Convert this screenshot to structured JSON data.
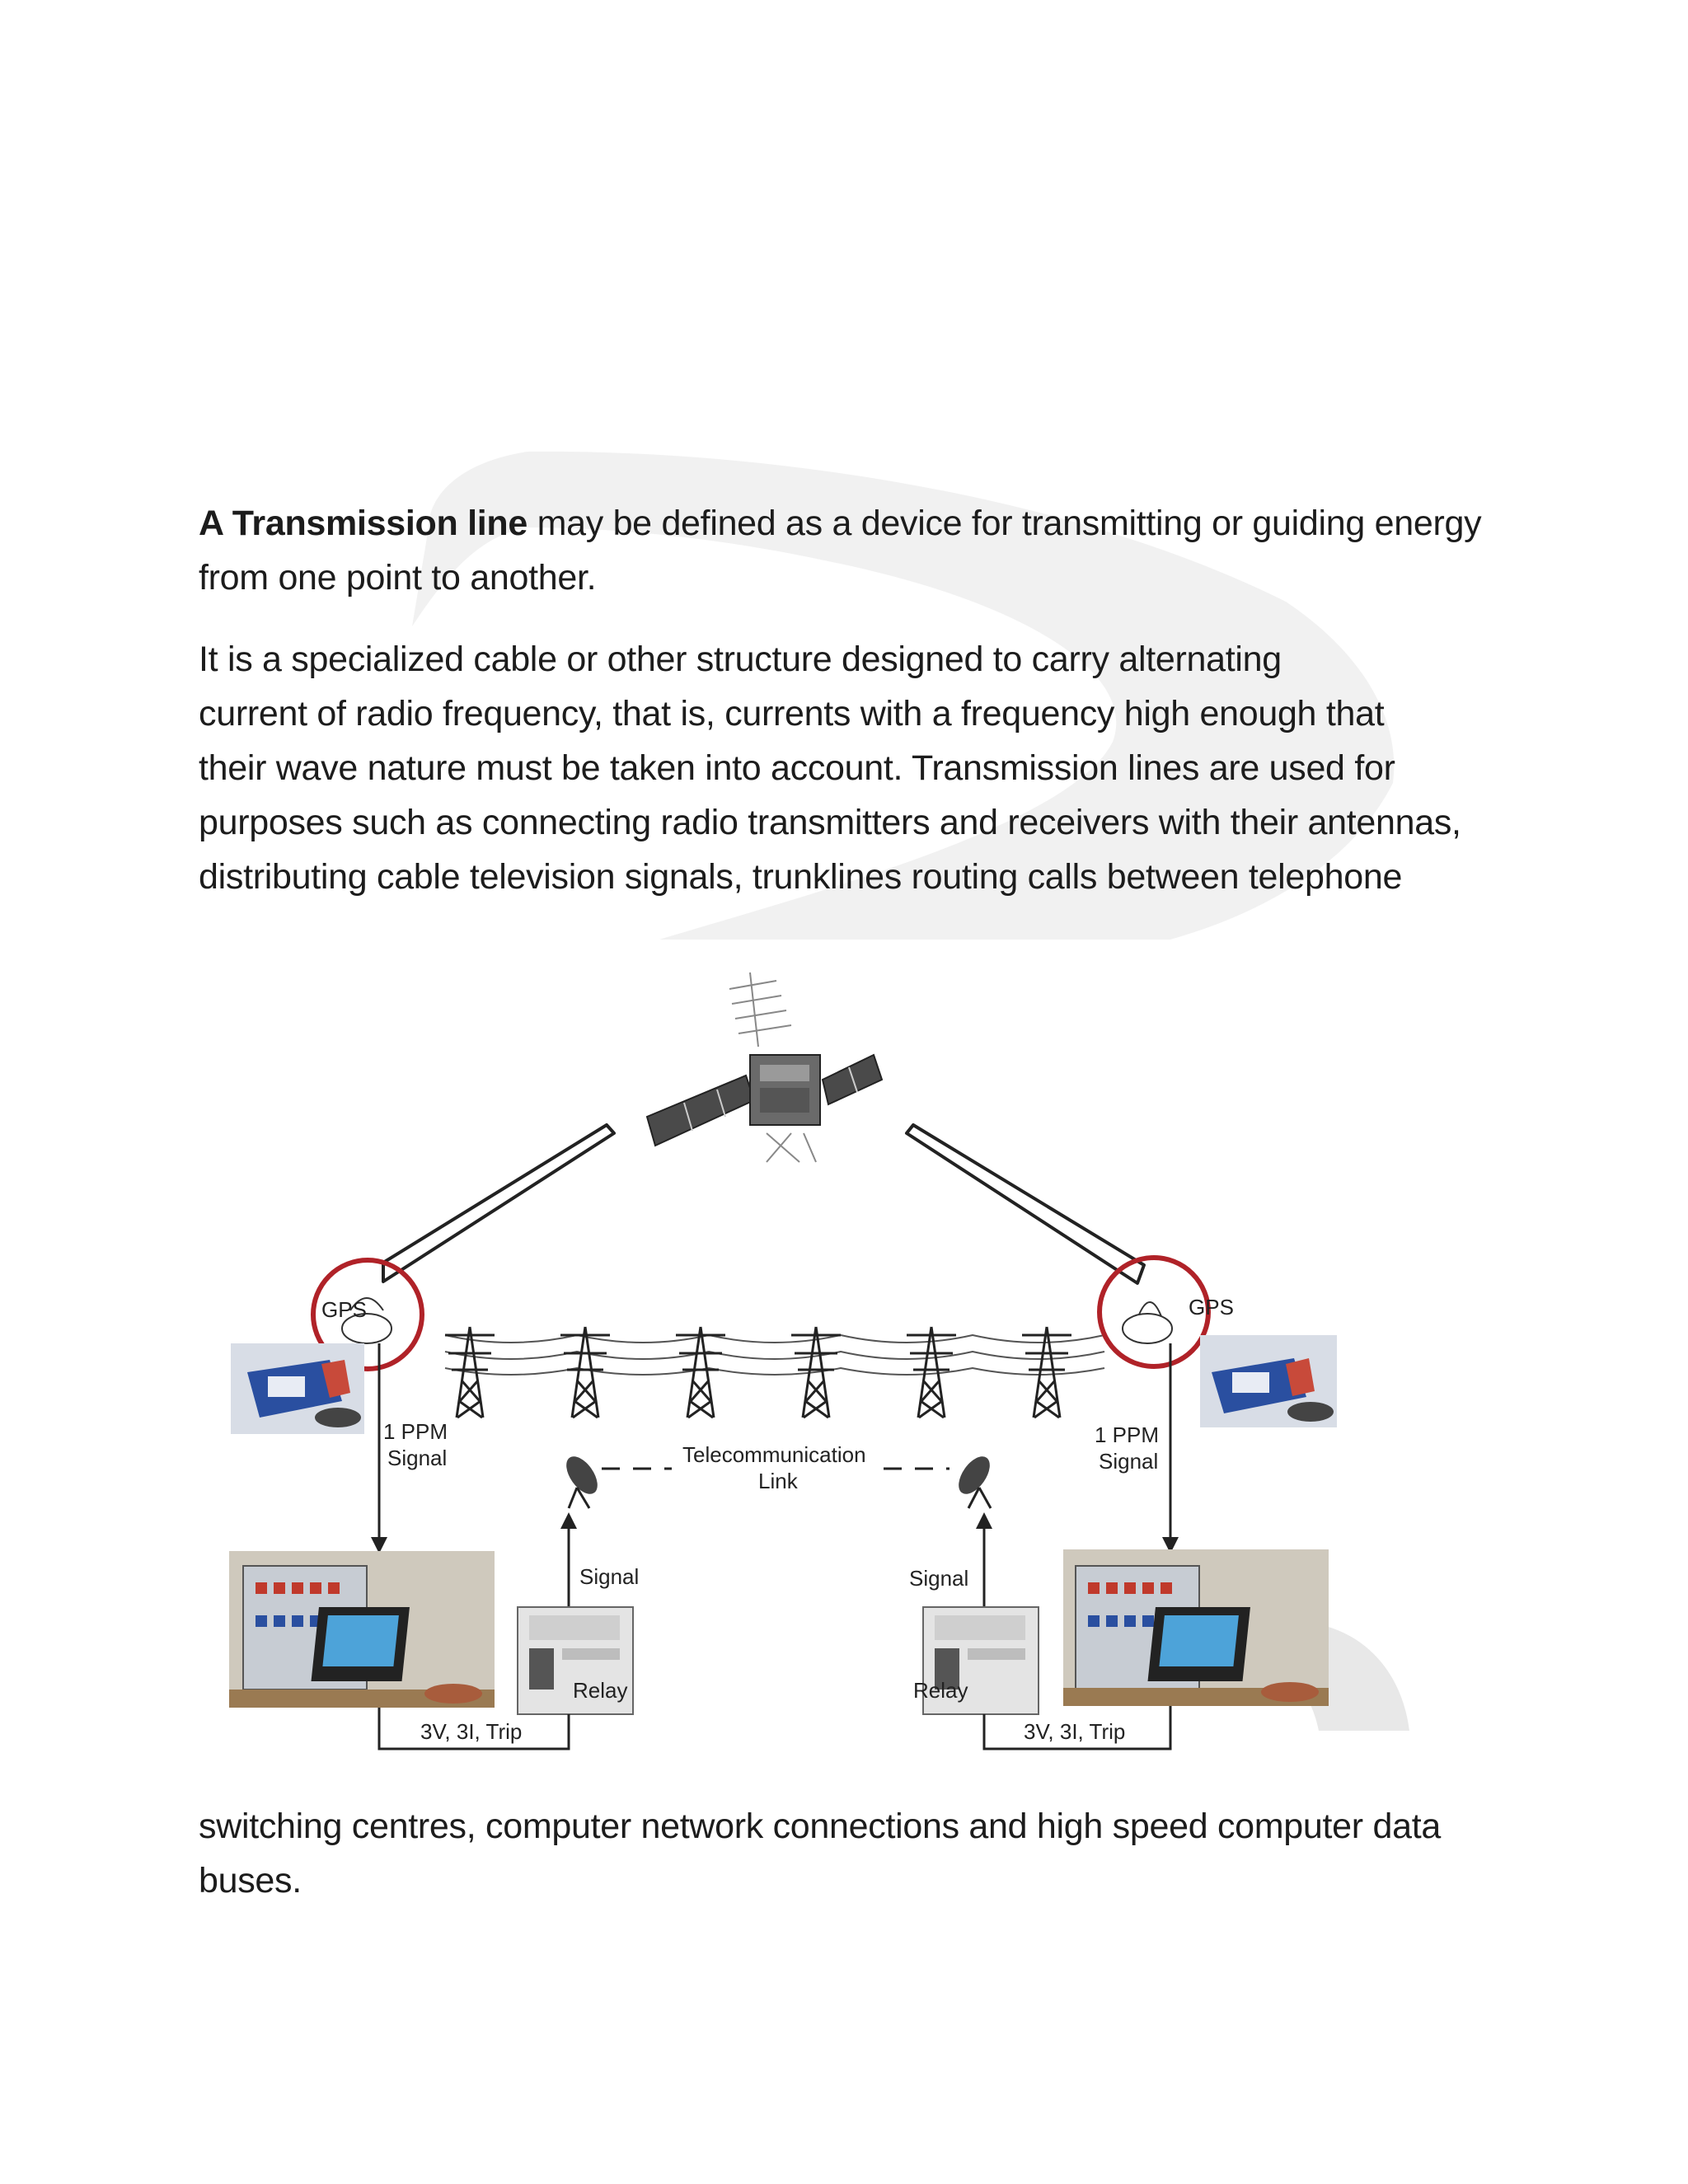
{
  "paragraph1": {
    "bold_term": "A Transmission line",
    "line1_rest": " may be defined as a device for transmitting or guiding energy",
    "line2": "from one point to another."
  },
  "paragraph2": {
    "lines": [
      "It is a specialized cable or other structure designed to carry alternating",
      "current of radio frequency, that is, currents with a frequency high enough that",
      "their wave nature must be taken into account. Transmission lines are used for",
      "purposes such as connecting radio transmitters and receivers with their antennas,",
      "distributing cable television signals, trunklines routing calls between telephone"
    ]
  },
  "paragraph3": {
    "lines": [
      "switching centres, computer network connections and high speed computer data",
      "buses."
    ]
  },
  "figure": {
    "gps_left": "GPS",
    "gps_right": "GPS",
    "ppm_left_1": "1 PPM",
    "ppm_left_2": "Signal",
    "ppm_right_1": "1 PPM",
    "ppm_right_2": "Signal",
    "telecom_1": "Telecommunication",
    "telecom_2": "Link",
    "signal_left": "Signal",
    "signal_right": "Signal",
    "relay_left": "Relay",
    "relay_right": "Relay",
    "trip_left": "3V, 3I, Trip",
    "trip_right": "3V, 3I, Trip",
    "gps_ring_color": "#b02228",
    "device_color": "#2a4fa0"
  }
}
